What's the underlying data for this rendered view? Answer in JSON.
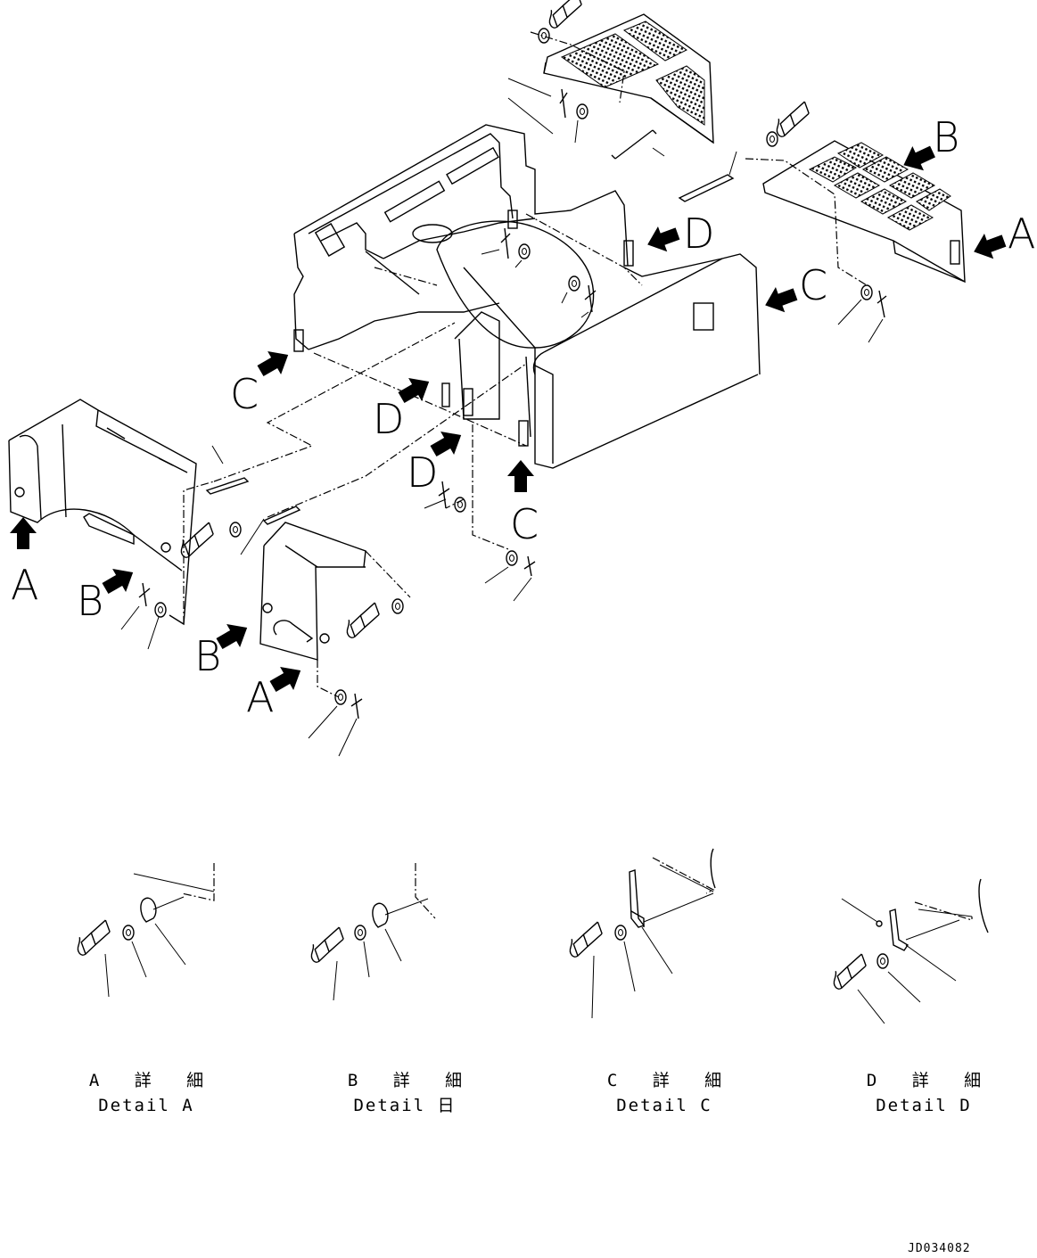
{
  "callouts": {
    "A": "A",
    "B": "B",
    "C": "C",
    "D": "D"
  },
  "details": [
    {
      "jp": "A 詳 細",
      "en": "Detail A"
    },
    {
      "jp": "B 詳 細",
      "en": "Detail 日"
    },
    {
      "jp": "C 詳 細",
      "en": "Detail C"
    },
    {
      "jp": "D 詳 細",
      "en": "Detail D"
    }
  ],
  "doc_id": "JD034082"
}
